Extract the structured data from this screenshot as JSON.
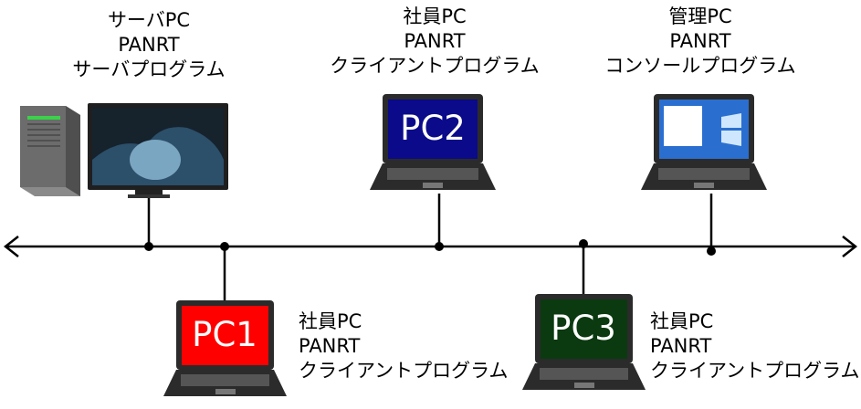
{
  "nodes": {
    "server": {
      "lines": [
        "サーバPC",
        "PANRT",
        "サーバプログラム"
      ]
    },
    "pc2": {
      "lines": [
        "社員PC",
        "PANRT",
        "クライアントプログラム"
      ],
      "screen_label": "PC2",
      "screen_color": "#0a0a8a",
      "label_color": "#ffffff"
    },
    "admin": {
      "lines": [
        "管理PC",
        "PANRT",
        "コンソールプログラム"
      ]
    },
    "pc1": {
      "lines": [
        "社員PC",
        "PANRT",
        "クライアントプログラム"
      ],
      "screen_label": "PC1",
      "screen_color": "#ff0000",
      "label_color": "#ffffff"
    },
    "pc3": {
      "lines": [
        "社員PC",
        "PANRT",
        "クライアントプログラム"
      ],
      "screen_label": "PC3",
      "screen_color": "#0b3a10",
      "label_color": "#ffffff"
    }
  },
  "colors": {
    "line": "#000000",
    "laptop_body": "#2b2b2b",
    "desktop_screen": "#1c2a36",
    "server_tower": "#7a7a7a",
    "server_led": "#3bd24a"
  }
}
